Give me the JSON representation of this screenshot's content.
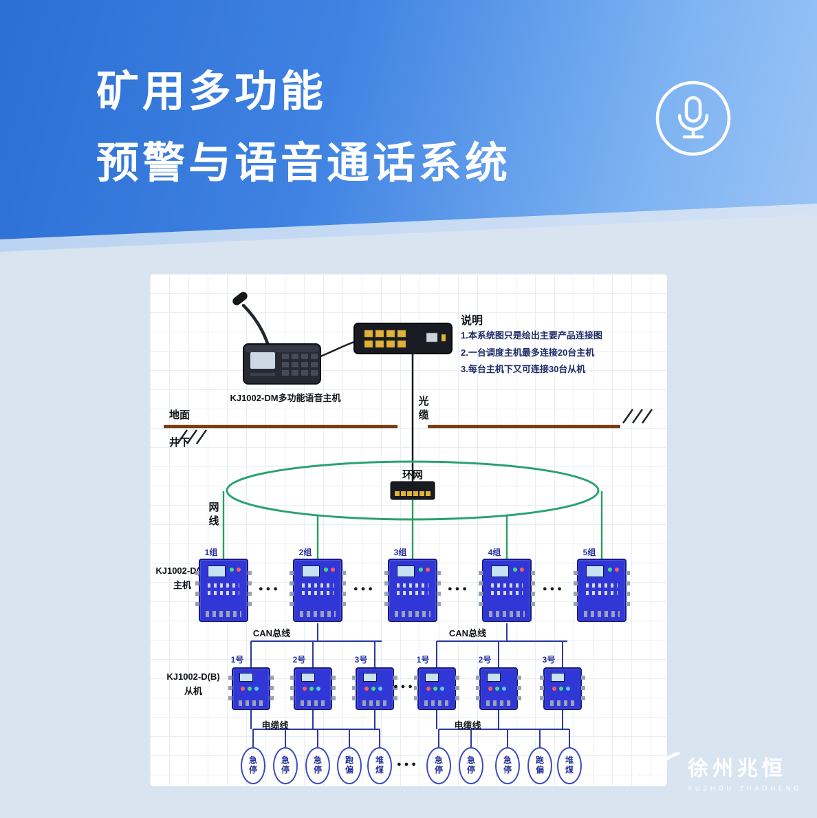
{
  "header": {
    "title_line1": "矿用多功能",
    "title_line2": "预警与语音通话系统"
  },
  "notes": {
    "heading": "说明",
    "items": [
      "1.本系统图只是绘出主要产品连接图",
      "2.一台调度主机最多连接20台主机",
      "3.每台主机下又可连接30台从机"
    ]
  },
  "labels": {
    "console": "KJ1002-DM多功能语音主机",
    "fiber_cable": "光缆",
    "surface": "地面",
    "underground": "井下",
    "ring_network": "环网",
    "net_cable": "网线",
    "host_model": "KJ1002-D(A)",
    "host_role": "主机",
    "slave_model": "KJ1002-D(B)",
    "slave_role": "从机",
    "can_bus": "CAN总线",
    "power_cable": "电缆线",
    "dots": "●●●"
  },
  "host_groups": [
    "1组",
    "2组",
    "3组",
    "4组",
    "5组"
  ],
  "slave_units": [
    "1号",
    "2号",
    "3号",
    "1号",
    "2号",
    "3号"
  ],
  "terminals": [
    "急停",
    "急停",
    "急停",
    "跑偏",
    "堆煤",
    "急停",
    "急停",
    "急停",
    "跑偏",
    "堆煤"
  ],
  "logo": {
    "name": "徐州兆恒",
    "sub": "XUZHOU  ZHAOHENG"
  },
  "colors": {
    "header_blue": "#2e6fd6",
    "device_blue": "#3137d6",
    "ring_green": "#2aa271",
    "ground_brown": "#7a3a10",
    "bus_blue": "#2b3a9e",
    "note_navy": "#1e2b66",
    "background": "#d9e4f1"
  }
}
